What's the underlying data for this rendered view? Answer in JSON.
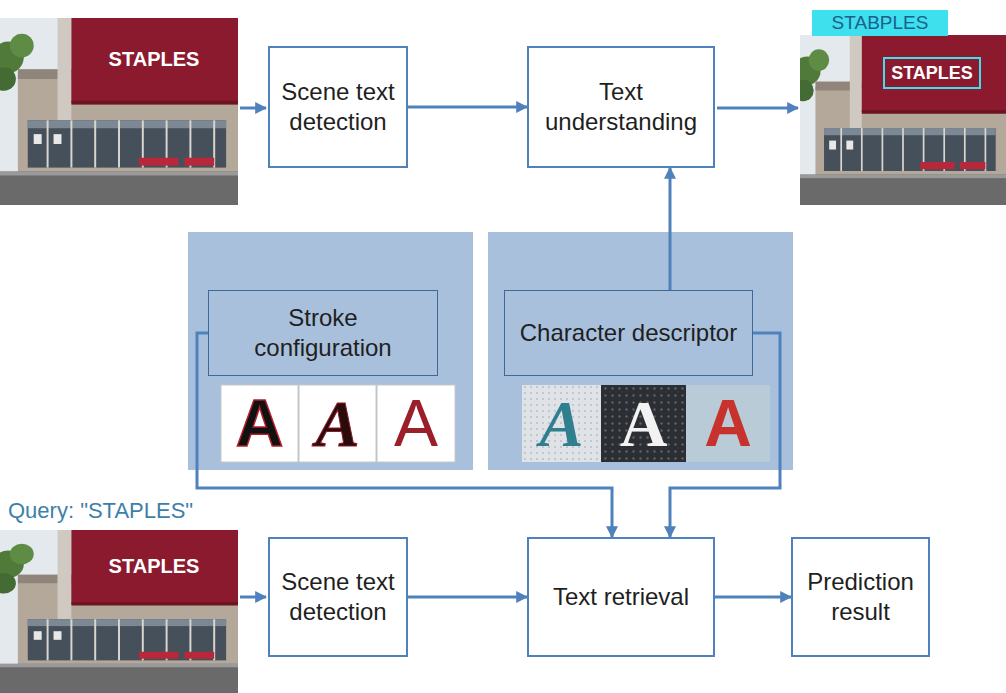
{
  "diagram": {
    "nodes": [
      {
        "text": [
          "Scene text detection"
        ]
      },
      {
        "text": [
          "Text understanding"
        ]
      },
      {
        "text": [
          "Stroke configuration"
        ]
      },
      {
        "text": [
          "Character descriptor"
        ]
      },
      {
        "text": [
          "Scene text detection"
        ]
      },
      {
        "text": [
          "Text retrieval"
        ]
      },
      {
        "text": [
          "Prediction result"
        ]
      }
    ],
    "edges": [
      {
        "from": 0,
        "to": 1,
        "arrow": "to"
      },
      {
        "from": 3,
        "to": 1,
        "arrow": "to"
      },
      {
        "from": 2,
        "to": 5,
        "arrow": "to"
      },
      {
        "from": 3,
        "to": 5,
        "arrow": "to"
      },
      {
        "from": 4,
        "to": 5,
        "arrow": "to"
      },
      {
        "from": 5,
        "to": 6,
        "arrow": "to"
      }
    ],
    "labels": [
      "STAPLES",
      "STABPLES",
      "STAPLES",
      "A",
      "A",
      "A",
      "A",
      "A",
      "A",
      "Query: \"STAPLES\"",
      "STAPLES"
    ]
  }
}
